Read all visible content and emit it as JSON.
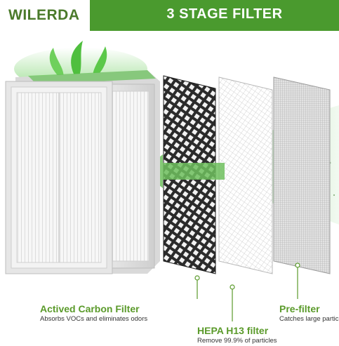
{
  "brand": {
    "name": "WILERDA"
  },
  "banner": {
    "title": "3 STAGE FILTER",
    "color": "#4a9a2e"
  },
  "filters": [
    {
      "title": "Actived Carbon Filter",
      "subtitle": "Absorbs VOCs and eliminates odors"
    },
    {
      "title": "HEPA H13 filter",
      "subtitle": "Remove 99.9% of particles"
    },
    {
      "title": "Pre-filter",
      "subtitle": "Catches large particles"
    }
  ],
  "colors": {
    "accent_green": "#5a9a2a",
    "air_flow_green": "#8ed08a",
    "carbon_mesh": "#2b2b2b"
  }
}
